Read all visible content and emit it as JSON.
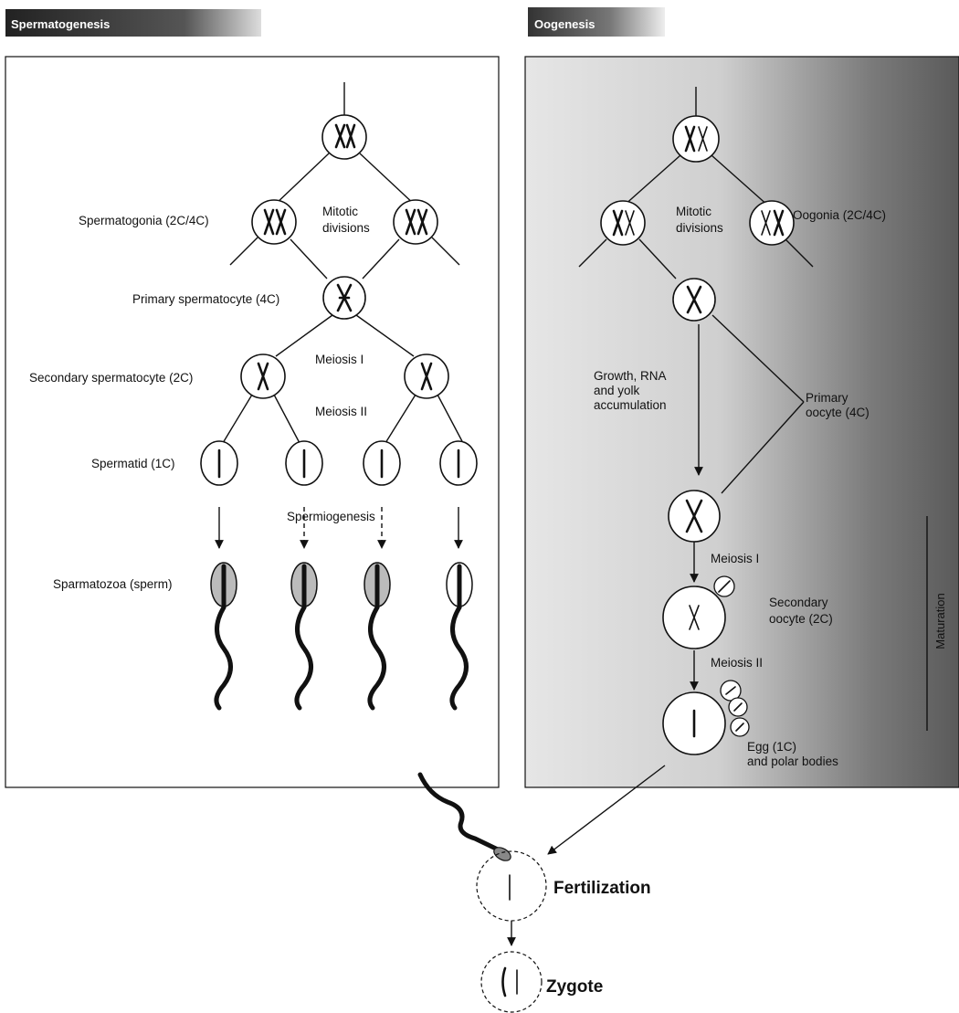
{
  "spermatogenesis": {
    "header": "Spermatogenesis",
    "spermatogonia": "Spermatogonia (2C/4C)",
    "mitotic_divisions_line1": "Mitotic",
    "mitotic_divisions_line2": "divisions",
    "primary_spermatocyte": "Primary spermatocyte (4C)",
    "meiosis_1": "Meiosis I",
    "secondary_spermatocyte": "Secondary spermatocyte (2C)",
    "meiosis_2": "Meiosis II",
    "spermatid": "Spermatid (1C)",
    "spermiogenesis": "Spermiogenesis",
    "spermatozoa": "Sparmatozoa (sperm)"
  },
  "oogenesis": {
    "header": "Oogenesis",
    "oogonia": "Oogonia (2C/4C)",
    "mitotic_divisions_line1": "Mitotic",
    "mitotic_divisions_line2": "divisions",
    "growth_line1": "Growth, RNA",
    "growth_line2": "and yolk",
    "growth_line3": "accumulation",
    "primary_oocyte_line1": "Primary",
    "primary_oocyte_line2": "oocyte (4C)",
    "meiosis_1": "Meiosis I",
    "secondary_oocyte_line1": "Secondary",
    "secondary_oocyte_line2": "oocyte (2C)",
    "meiosis_2": "Meiosis II",
    "egg_line1": "Egg (1C)",
    "egg_line2": "and polar bodies",
    "maturation": "Maturation"
  },
  "fertilization": "Fertilization",
  "zygote": "Zygote",
  "colors": {
    "ink": "#111111",
    "panel_shade": "#6a6a6a",
    "header_bg": "#3a3a3a"
  }
}
